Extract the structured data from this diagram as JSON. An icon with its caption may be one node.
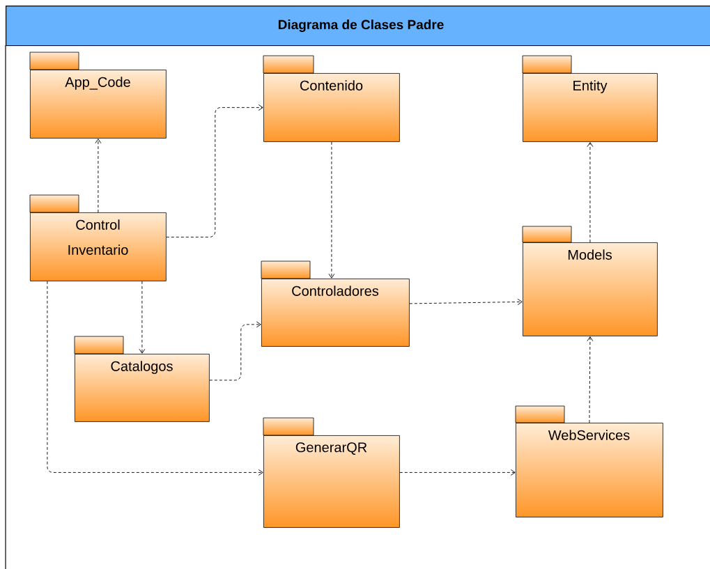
{
  "diagram": {
    "nodes": [
      {
        "text": [
          "Diagrama de Clases Padre"
        ]
      },
      {
        "text": [
          "App_Code"
        ],
        "in": 0
      },
      {
        "text": [
          "Contenido"
        ],
        "in": 0
      },
      {
        "text": [
          "Entity"
        ],
        "in": 0
      },
      {
        "text": [
          "Control Inventario"
        ],
        "in": 0
      },
      {
        "text": [
          "Models"
        ],
        "in": 0
      },
      {
        "text": [
          "Controladores"
        ],
        "in": 0
      },
      {
        "text": [
          "Catalogos"
        ],
        "in": 0
      },
      {
        "text": [
          "GenerarQR"
        ],
        "in": 0
      },
      {
        "text": [
          "WebServices"
        ],
        "in": 0
      }
    ],
    "edges": [
      {
        "from": 4,
        "to": 1,
        "arrow": "to",
        "style": "dashed"
      },
      {
        "from": 4,
        "to": 2,
        "arrow": "to",
        "style": "dashed"
      },
      {
        "from": 2,
        "to": 6,
        "arrow": "to",
        "style": "dashed"
      },
      {
        "from": 4,
        "to": 7,
        "arrow": "to",
        "style": "dashed"
      },
      {
        "from": 7,
        "to": 6,
        "arrow": "to",
        "style": "dashed"
      },
      {
        "from": 6,
        "to": 5,
        "arrow": "to",
        "style": "dashed"
      },
      {
        "from": 5,
        "to": 3,
        "arrow": "to",
        "style": "dashed"
      },
      {
        "from": 4,
        "to": 8,
        "arrow": "to",
        "style": "dashed"
      },
      {
        "from": 8,
        "to": 9,
        "arrow": "to",
        "style": "dashed"
      },
      {
        "from": 9,
        "to": 5,
        "arrow": "to",
        "style": "dashed"
      }
    ]
  }
}
